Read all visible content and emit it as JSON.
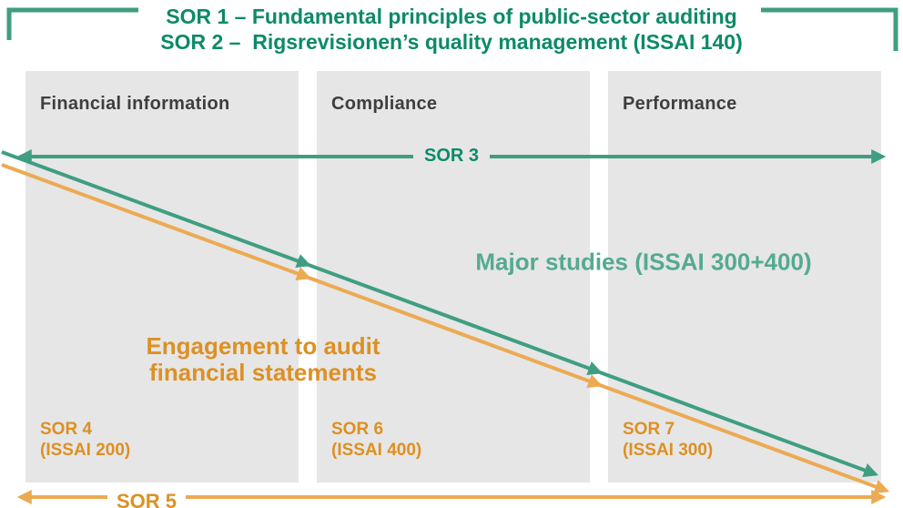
{
  "colors": {
    "green": "#0c8a69",
    "green_line": "#3f9e82",
    "green_light": "#55aa90",
    "orange_line": "#ecaa52",
    "orange_text": "#dd9022",
    "box_bg": "#e6e6e6",
    "box_text": "#3e3e3e"
  },
  "header": {
    "line1": "SOR 1 – Fundamental principles of public-sector auditing",
    "line2": "SOR 2 –  Rigsrevisionen’s quality management (ISSAI 140)"
  },
  "columns": [
    {
      "title": "Financial information",
      "sor": "SOR 4",
      "issai": "(ISSAI 200)"
    },
    {
      "title": "Compliance",
      "sor": "SOR 6",
      "issai": "(ISSAI 400)"
    },
    {
      "title": "Performance",
      "sor": "SOR 7",
      "issai": "(ISSAI 300)"
    }
  ],
  "bands": {
    "sor3": "SOR 3",
    "major_studies": "Major studies (ISSAI 300+400)",
    "engagement_line1": "Engagement to audit",
    "engagement_line2": "financial statements",
    "sor5": "SOR 5"
  }
}
